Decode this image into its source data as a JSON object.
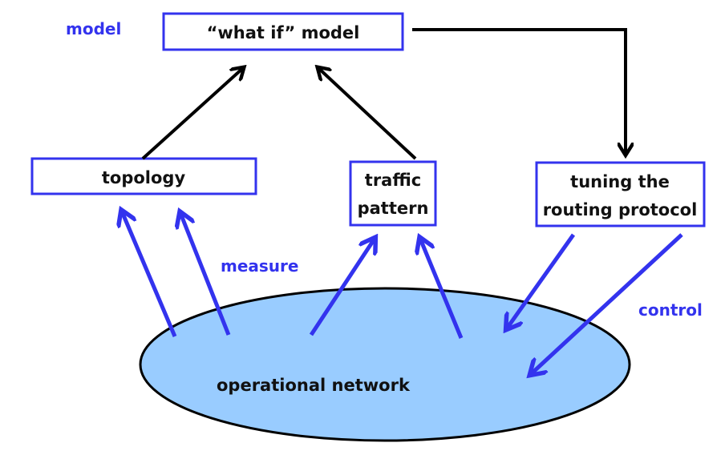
{
  "labels": {
    "model": "model",
    "measure": "measure",
    "control": "control"
  },
  "boxes": {
    "what_if": "“what if” model",
    "topology": "topology",
    "traffic_line1": "traffic",
    "traffic_line2": "pattern",
    "tuning_line1": "tuning the",
    "tuning_line2": "routing protocol"
  },
  "network": {
    "label": "operational network"
  },
  "colors": {
    "accent": "#3333ee",
    "box_border": "#3333ee",
    "ellipse_fill": "#99ccff",
    "arrow_black": "#000000",
    "arrow_blue": "#3333ee"
  }
}
